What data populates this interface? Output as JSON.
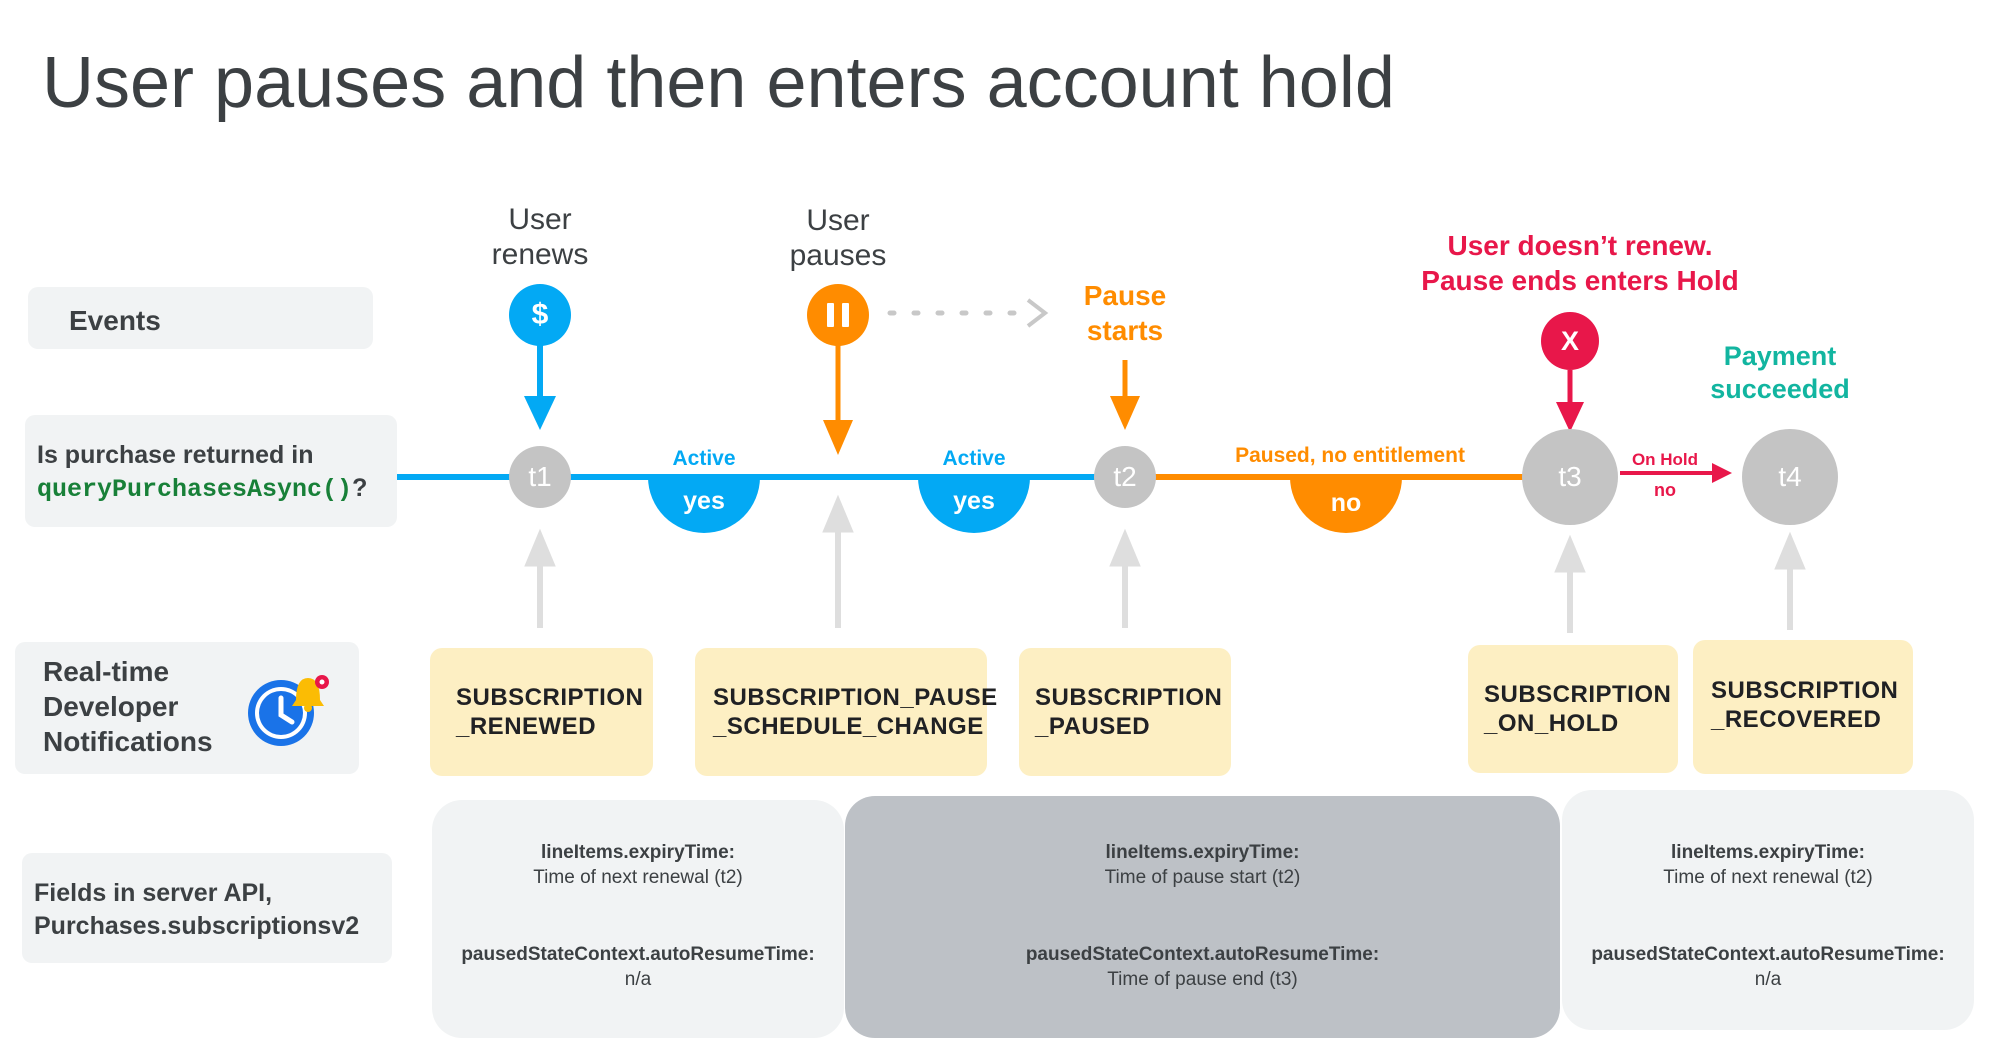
{
  "title": "User pauses and then enters account hold",
  "rows": {
    "events": "Events",
    "purchase_line1": "Is purchase returned in",
    "purchase_code": "queryPurchasesAsync()",
    "purchase_q": "?",
    "rtdn_line1": "Real-time",
    "rtdn_line2": "Developer",
    "rtdn_line3": "Notifications",
    "fields_line1": "Fields in server API,",
    "fields_line2": "Purchases.subscriptionsv2"
  },
  "events": {
    "renew_line1": "User",
    "renew_line2": "renews",
    "renew_icon": "$",
    "pause_line1": "User",
    "pause_line2": "pauses",
    "pause_starts_line1": "Pause",
    "pause_starts_line2": "starts",
    "no_renew_line1": "User doesn’t renew.",
    "no_renew_line2": "Pause ends enters Hold",
    "no_renew_icon": "X",
    "payment_line1": "Payment",
    "payment_line2": "succeeded"
  },
  "timeline": {
    "nodes": [
      "t1",
      "t2",
      "t3",
      "t4"
    ],
    "seg1_label": "Active",
    "seg1_value": "yes",
    "seg2_label": "Active",
    "seg2_value": "yes",
    "seg3_label": "Paused, no entitlement",
    "seg3_value": "no",
    "seg4_label": "On Hold",
    "seg4_value": "no"
  },
  "notifications": [
    {
      "line1": "SUBSCRIPTION",
      "line2": "_RENEWED"
    },
    {
      "line1": "SUBSCRIPTION_PAUSE",
      "line2": "_SCHEDULE_CHANGE"
    },
    {
      "line1": "SUBSCRIPTION",
      "line2": "_PAUSED"
    },
    {
      "line1": "SUBSCRIPTION",
      "line2": "_ON_HOLD"
    },
    {
      "line1": "SUBSCRIPTION",
      "line2": "_RECOVERED"
    }
  ],
  "fields": [
    {
      "k1": "lineItems.expiryTime:",
      "v1": "Time of next renewal (t2)",
      "k2": "pausedStateContext.autoResumeTime:",
      "v2": "n/a"
    },
    {
      "k1": "lineItems.expiryTime:",
      "v1": "Time of pause start (t2)",
      "k2": "pausedStateContext.autoResumeTime:",
      "v2": "Time of pause end (t3)"
    },
    {
      "k1": "lineItems.expiryTime:",
      "v1": "Time of next renewal (t2)",
      "k2": "pausedStateContext.autoResumeTime:",
      "v2": "n/a"
    }
  ],
  "colors": {
    "blue": "#03a9f4",
    "orange": "#ff8c00",
    "red": "#e8174a",
    "teal": "#12b5a0",
    "node_gray": "#c4c4c4",
    "rtdn_fill": "#fdefc3"
  }
}
